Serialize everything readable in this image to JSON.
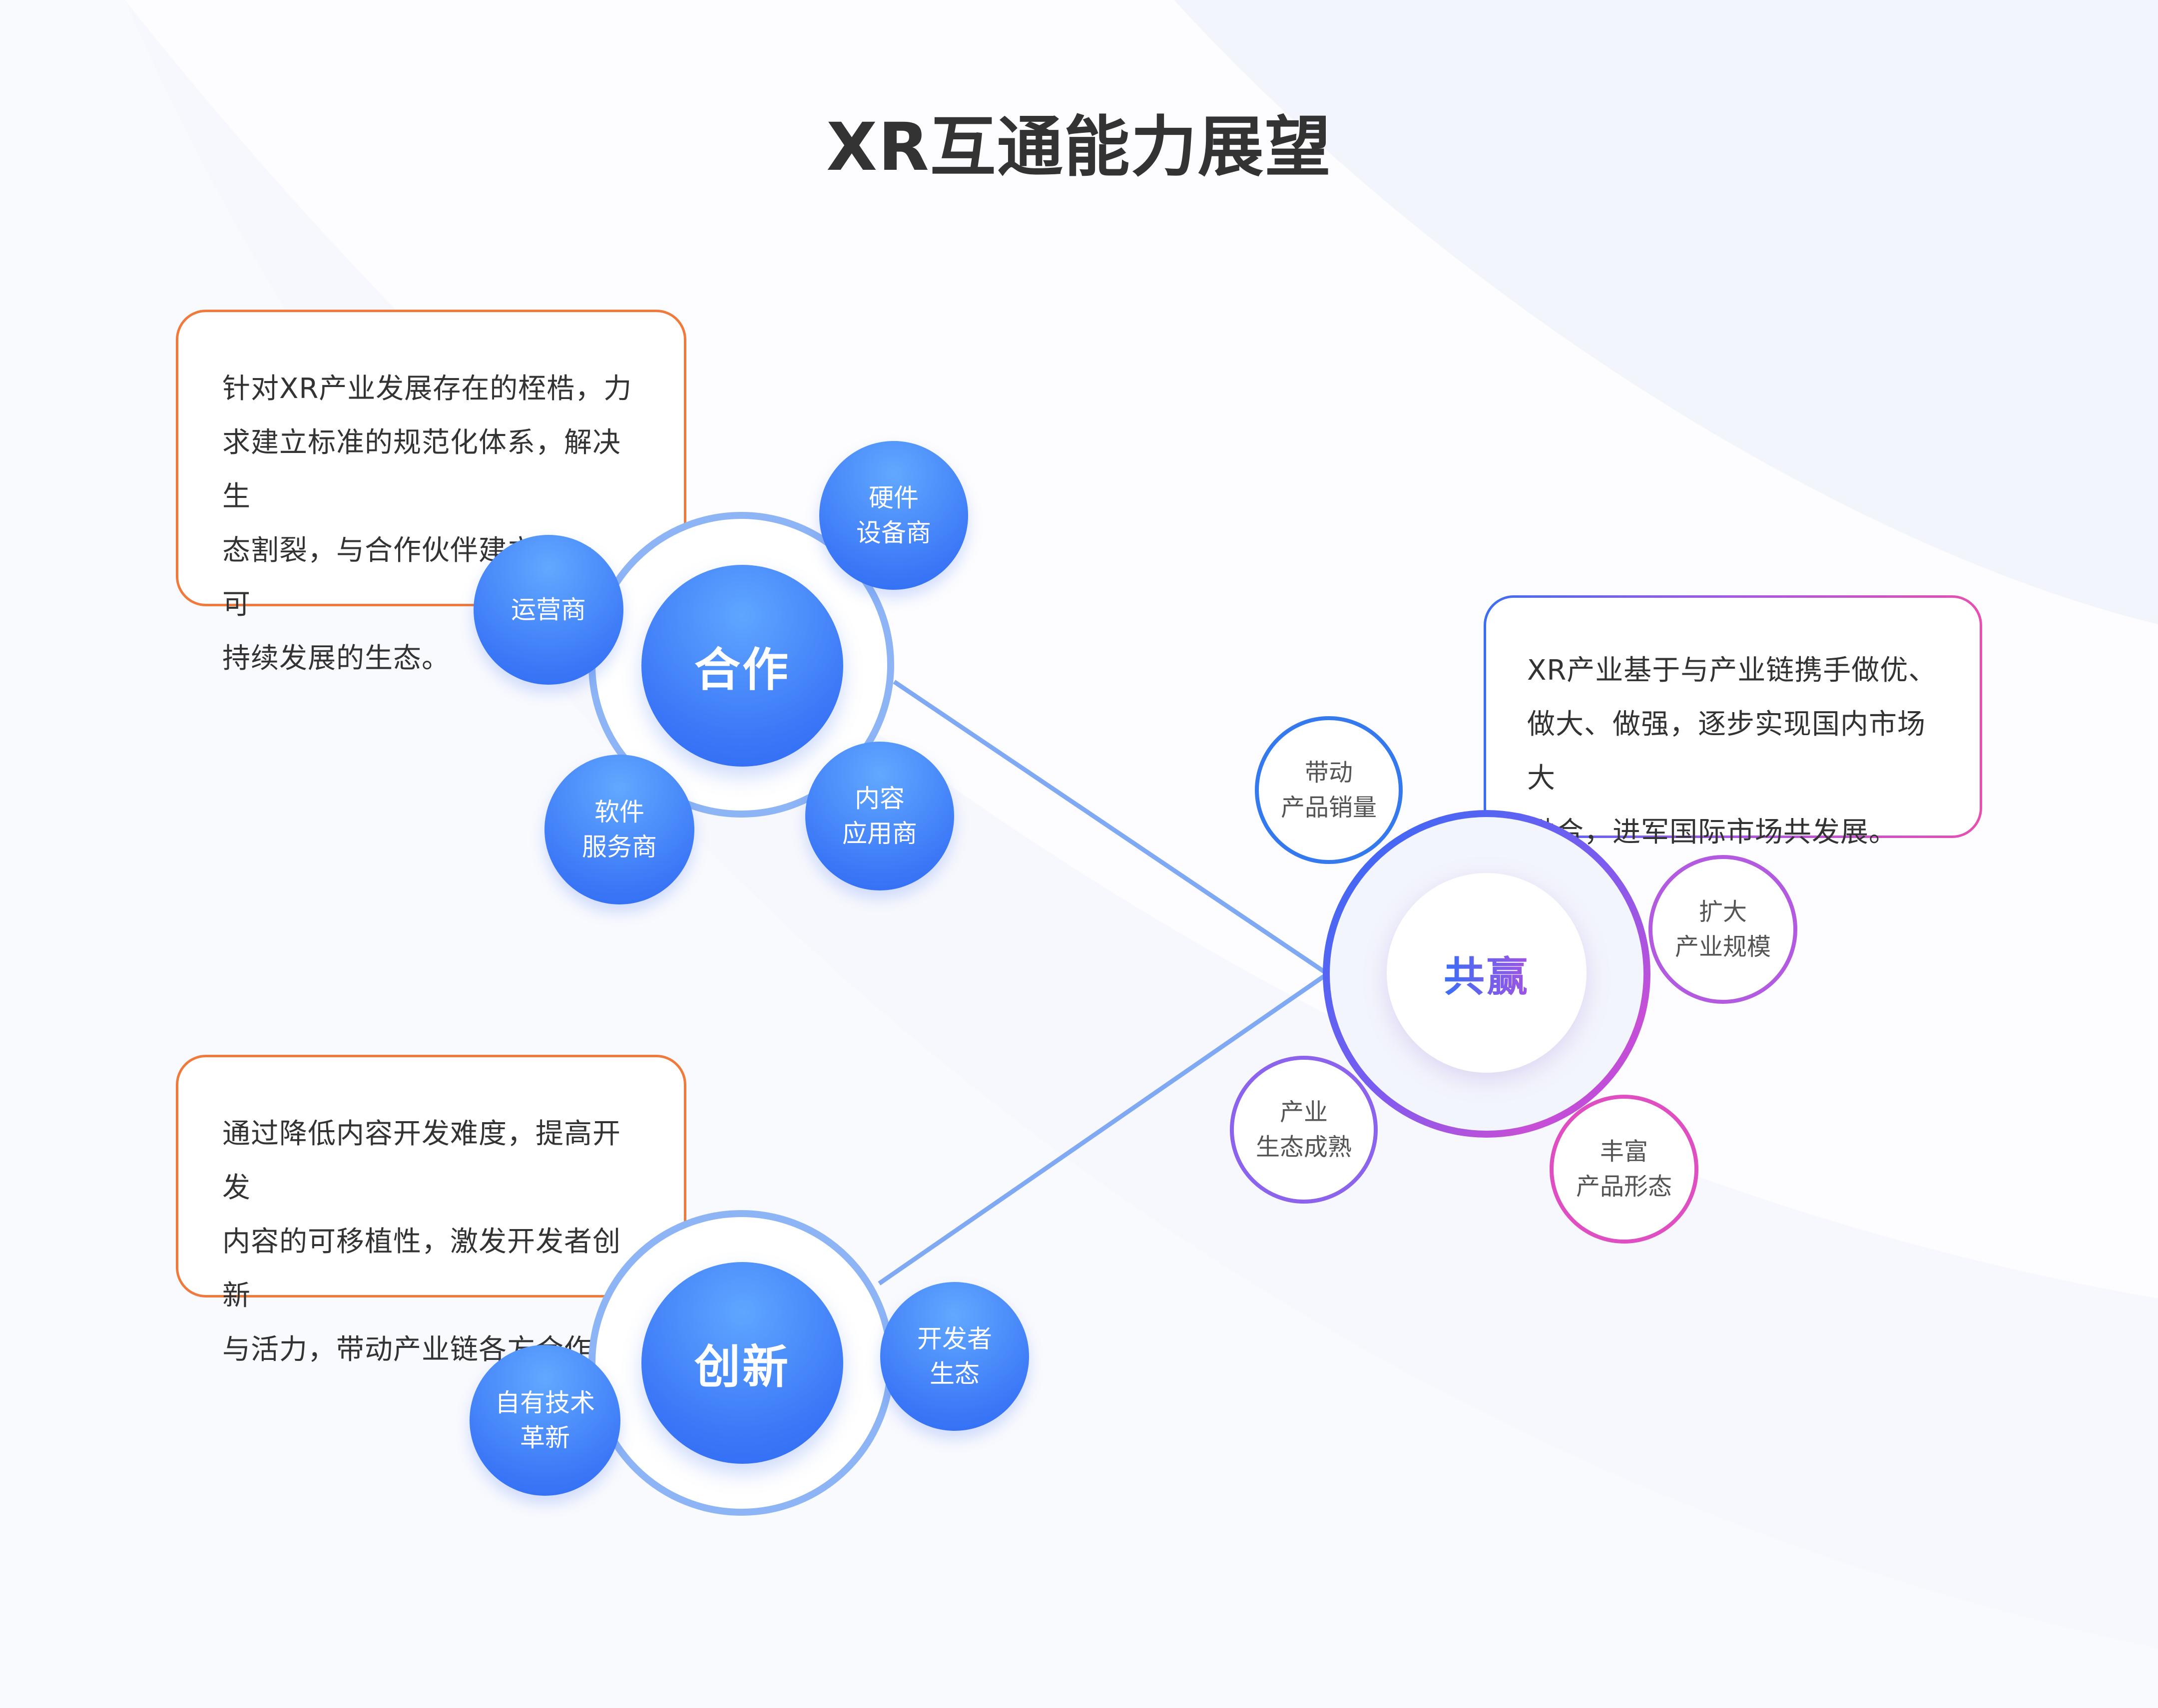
{
  "title": "XR互通能力展望",
  "colors": {
    "orange_border": "#f07a3c",
    "blue": "#3a76f7",
    "ring_blue": "#8db4f5",
    "purple": "#a857e6",
    "pink": "#e84fb0"
  },
  "cooperation": {
    "hub": "合作",
    "description": "针对XR产业发展存在的桎梏，力\n求建立标准的规范化体系，解决生\n态割裂，与合作伙伴建立统一、可\n持续发展的生态。",
    "satellites": [
      "硬件\n设备商",
      "运营商",
      "软件\n服务商",
      "内容\n应用商"
    ]
  },
  "innovation": {
    "hub": "创新",
    "description": "通过降低内容开发难度，提高开发\n内容的可移植性，激发开发者创新\n与活力，带动产业链各方合作。",
    "satellites": [
      "自有技术\n革新",
      "开发者\n生态"
    ]
  },
  "win": {
    "hub": "共赢",
    "description": "XR产业基于与产业链携手做优、\n做大、做强，逐步实现国内市场大\n融合，进军国际市场共发展。",
    "satellites": [
      "带动\n产品销量",
      "扩大\n产业规模",
      "产业\n生态成熟",
      "丰富\n产品形态"
    ]
  }
}
